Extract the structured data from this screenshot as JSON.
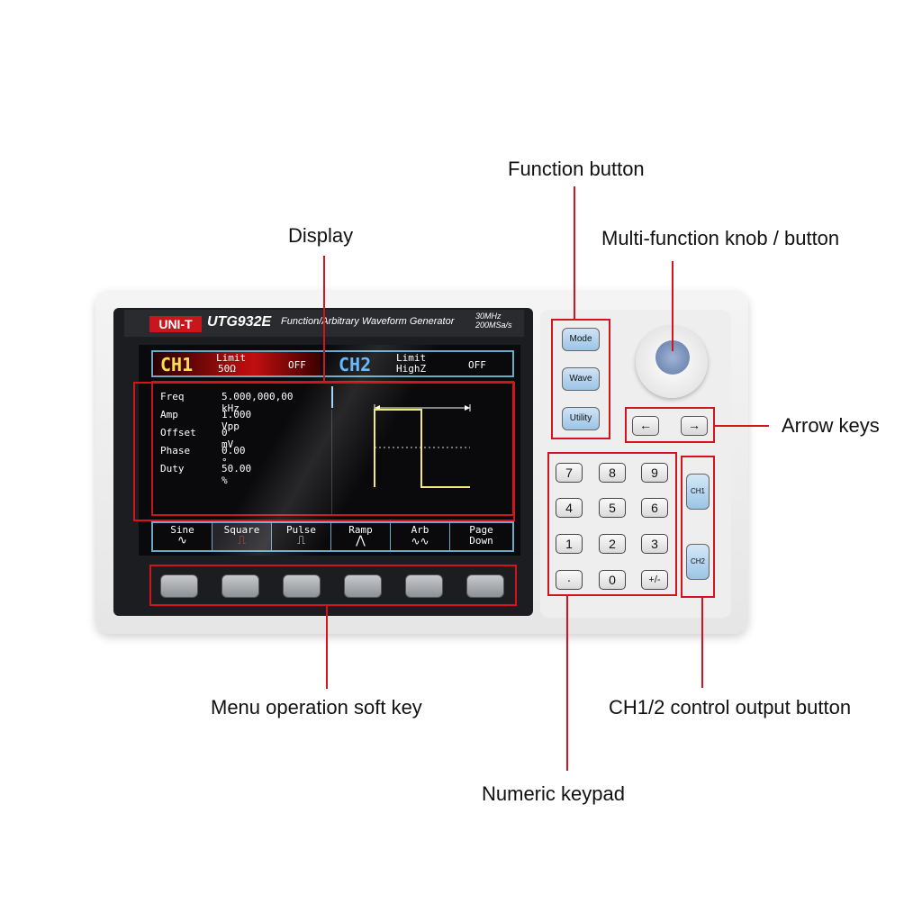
{
  "callouts": {
    "display": "Display",
    "function_button": "Function button",
    "knob": "Multi-function knob / button",
    "arrow_keys": "Arrow keys",
    "menu_softkey": "Menu operation soft key",
    "numeric_keypad": "Numeric keypad",
    "ch_output": "CH1/2 control output button"
  },
  "device": {
    "brand": "UNI-T",
    "model": "UTG932E",
    "description": "Function/Arbitrary  Waveform Generator",
    "spec_freq": "30MHz",
    "spec_rate": "200MSa/s"
  },
  "screen": {
    "ch1": {
      "label": "CH1",
      "limit_label": "Limit",
      "limit_value": "50Ω",
      "state": "OFF"
    },
    "ch2": {
      "label": "CH2",
      "limit_label": "Limit",
      "limit_value": "HighZ",
      "state": "OFF"
    },
    "params": [
      {
        "name": "Freq",
        "value": "5.000,000,00 kHz"
      },
      {
        "name": "Amp",
        "value": "1.000 Vpp"
      },
      {
        "name": "Offset",
        "value": "0 mV"
      },
      {
        "name": "Phase",
        "value": "0.00 °"
      },
      {
        "name": "Duty",
        "value": "50.00 %"
      }
    ],
    "softkeys": [
      {
        "label": "Sine",
        "glyph": "∿"
      },
      {
        "label": "Square",
        "glyph": "⎍"
      },
      {
        "label": "Pulse",
        "glyph": "⎍"
      },
      {
        "label": "Ramp",
        "glyph": "⋀"
      },
      {
        "label": "Arb",
        "glyph": "∿∿"
      },
      {
        "label": "Page",
        "glyph": "Down"
      }
    ]
  },
  "function_buttons": [
    "Mode",
    "Wave",
    "Utility"
  ],
  "arrows": {
    "left": "←",
    "right": "→"
  },
  "keypad": [
    "7",
    "8",
    "9",
    "4",
    "5",
    "6",
    "1",
    "2",
    "3",
    "·",
    "0",
    "+/-"
  ],
  "channel_buttons": [
    "CH1",
    "CH2"
  ],
  "colors": {
    "callout_red": "#d4141c",
    "ch1_yellow": "#f2e14a",
    "ch2_blue": "#5ab3ff"
  }
}
